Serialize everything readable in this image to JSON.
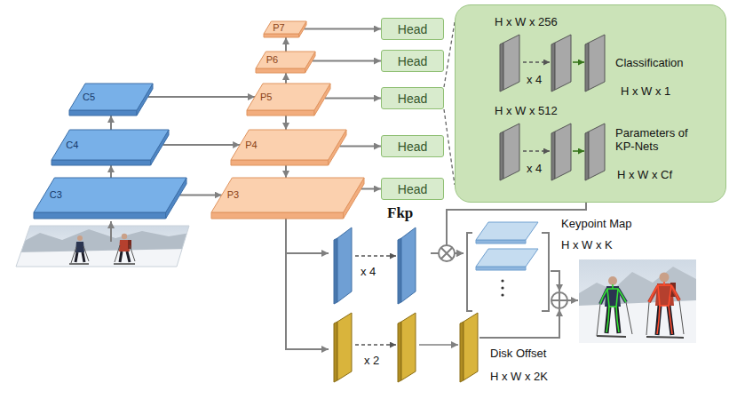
{
  "diagram": {
    "nodes": [
      {
        "text": [
          "C5"
        ]
      },
      {
        "text": [
          "C4"
        ]
      },
      {
        "text": [
          "C3"
        ]
      },
      {
        "text": [
          "P7"
        ]
      },
      {
        "text": [
          "P6"
        ]
      },
      {
        "text": [
          "P5"
        ]
      },
      {
        "text": [
          "P4"
        ]
      },
      {
        "text": [
          "P3"
        ]
      },
      {
        "text": [
          "Head"
        ]
      },
      {
        "text": [
          "Head"
        ]
      },
      {
        "text": [
          "Head"
        ]
      },
      {
        "text": [
          "Head"
        ]
      },
      {
        "text": [
          "Head"
        ]
      },
      {
        "text": [
          "H x W x 256",
          "x 4",
          "Classification",
          "H x W x 1",
          "H x W x 512",
          "x 4",
          "Parameters of KP-Nets",
          "H x W x Cf"
        ]
      },
      {
        "text": [
          "Fkp",
          "x 4"
        ]
      },
      {
        "text": [
          "Keypoint Map",
          "H x W x K"
        ]
      },
      {
        "text": [
          "x 2",
          "Disk Offset",
          "H x W x 2K"
        ]
      }
    ],
    "edges": [
      {
        "from": 2,
        "to": 1,
        "arrow": "to"
      },
      {
        "from": 1,
        "to": 0,
        "arrow": "to"
      },
      {
        "from": 0,
        "to": 5,
        "arrow": "to"
      },
      {
        "from": 1,
        "to": 6,
        "arrow": "to"
      },
      {
        "from": 2,
        "to": 7,
        "arrow": "to"
      },
      {
        "from": 5,
        "to": 4,
        "arrow": "to"
      },
      {
        "from": 4,
        "to": 3,
        "arrow": "to"
      },
      {
        "from": 5,
        "to": 6,
        "arrow": "to"
      },
      {
        "from": 6,
        "to": 7,
        "arrow": "to"
      },
      {
        "from": 3,
        "to": 8,
        "arrow": "to"
      },
      {
        "from": 4,
        "to": 9,
        "arrow": "to"
      },
      {
        "from": 5,
        "to": 10,
        "arrow": "to"
      },
      {
        "from": 6,
        "to": 11,
        "arrow": "to"
      },
      {
        "from": 7,
        "to": 12,
        "arrow": "to"
      },
      {
        "from": 7,
        "to": 14,
        "arrow": "to"
      },
      {
        "from": 7,
        "to": 16,
        "arrow": "to"
      },
      {
        "from": 14,
        "to": 15,
        "arrow": "to"
      },
      {
        "from": 13,
        "to": 15,
        "arrow": "to"
      },
      {
        "from": 10,
        "to": 13,
        "arrow": "none"
      }
    ]
  }
}
